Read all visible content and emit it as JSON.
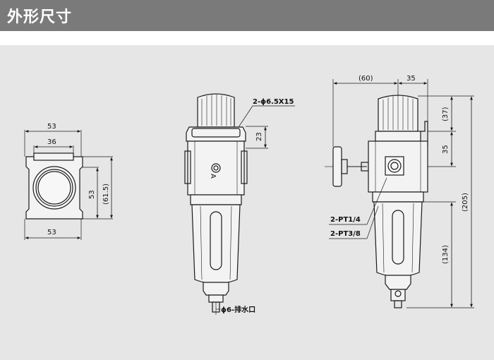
{
  "header": {
    "title": "外形尺寸"
  },
  "colors": {
    "header_bg": "#7a7a7a",
    "panel_bg": "#e6e6e6",
    "line": "#1a1a1a"
  },
  "top_view": {
    "dim_width_top": "53",
    "dim_inner": "36",
    "dim_height": "53",
    "dim_height_total": "(61.5)",
    "dim_width_bottom": "53"
  },
  "front_view": {
    "mount_hole": "2-ϕ6.5X15",
    "dim_bracket": "23",
    "drain": "ϕ6-排水口",
    "flow_mark": "A"
  },
  "side_view": {
    "dim_gauge": "(60)",
    "dim_body": "35",
    "dim_knob": "(37)",
    "dim_mid": "35",
    "dim_total": "(205)",
    "dim_bowl": "(134)",
    "port_1": "2-PT1/4",
    "port_2": "2-PT3/8"
  }
}
